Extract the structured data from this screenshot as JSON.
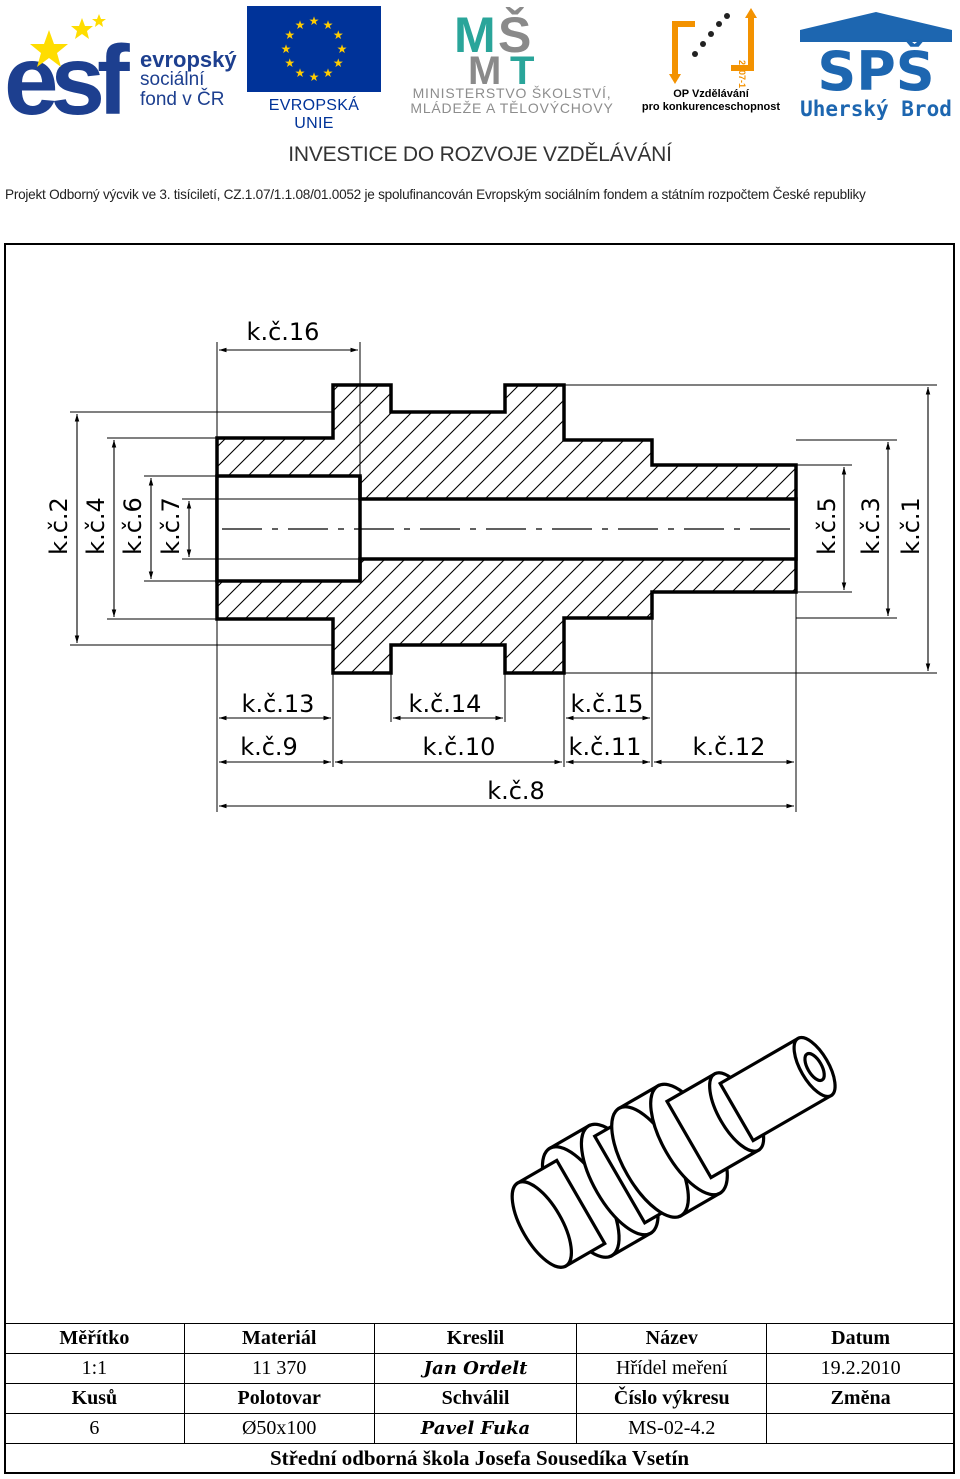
{
  "header": {
    "esf": {
      "line1": "evropský",
      "line2": "sociální",
      "line3": "fond v ČR"
    },
    "eu": {
      "label": "EVROPSKÁ UNIE"
    },
    "msmt": {
      "line1": "MINISTERSTVO ŠKOLSTVÍ,",
      "line2": "MLÁDEŽE A TĚLOVÝCHOVY"
    },
    "op": {
      "line1": "OP Vzdělávání",
      "line2": "pro konkurenceschopnost",
      "years": "2007-13"
    },
    "sps": {
      "line1": "SPŠ",
      "line2": "Uherský Brod"
    },
    "investice": "INVESTICE DO ROZVOJE VZDĚLÁVÁNÍ",
    "projekt": "Projekt Odborný výcvik ve 3. tisíciletí, CZ.1.07/1.1.08/01.0052 je spolufinancován Evropským sociálním fondem a státním rozpočtem České republiky"
  },
  "drawing": {
    "dims": {
      "k1": "k.č.1",
      "k2": "k.č.2",
      "k3": "k.č.3",
      "k4": "k.č.4",
      "k5": "k.č.5",
      "k6": "k.č.6",
      "k7": "k.č.7",
      "k8": "k.č.8",
      "k9": "k.č.9",
      "k10": "k.č.10",
      "k11": "k.č.11",
      "k12": "k.č.12",
      "k13": "k.č.13",
      "k14": "k.č.14",
      "k15": "k.č.15",
      "k16": "k.č.16"
    }
  },
  "titleblock": {
    "headers1": [
      "Měřítko",
      "Materiál",
      "Kreslil",
      "Název",
      "Datum"
    ],
    "values1": {
      "scale": "1:1",
      "material": "11 370",
      "drawn_by": "Jan Ordelt",
      "name": "Hřídel meření",
      "date": "19.2.2010"
    },
    "headers2": [
      "Kusů",
      "Polotovar",
      "Schválil",
      "Číslo výkresu",
      "Změna"
    ],
    "values2": {
      "pieces": "6",
      "stock": "Ø50x100",
      "approved_by": "Pavel Fuka",
      "drawing_no": "MS-02-4.2",
      "change": ""
    },
    "school": "Střední odborná škola Josefa Sousedíka Vsetín"
  }
}
